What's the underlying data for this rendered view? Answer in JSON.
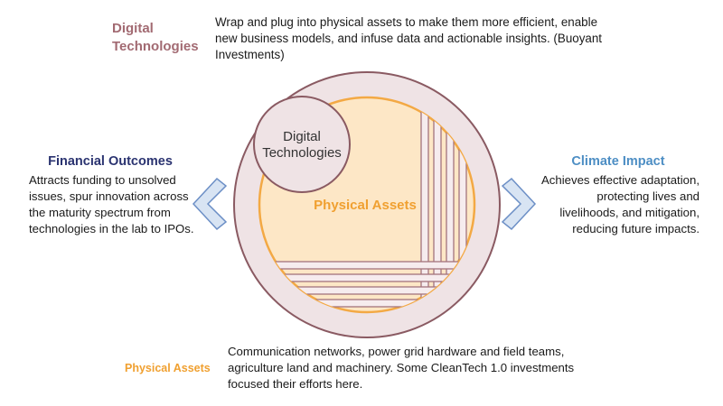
{
  "digital_section": {
    "heading_line1": "Digital",
    "heading_line2": "Technologies",
    "description": "Wrap and plug into physical assets to make them more efficient, enable new business models, and infuse data and actionable insights. (Buoyant Investments)"
  },
  "financial_section": {
    "heading": "Financial Outcomes",
    "description": "Attracts funding to unsolved issues, spur innovation across the maturity spectrum from technologies in the lab to IPOs."
  },
  "climate_section": {
    "heading": "Climate Impact",
    "description": "Achieves effective adaptation, protecting lives and livelihoods, and mitigation, reducing future impacts."
  },
  "physical_section": {
    "heading": "Physical Assets",
    "description": "Communication networks, power grid hardware and field teams, agriculture land and machinery. Some CleanTech 1.0 investments focused their efforts here."
  },
  "diagram": {
    "inner_circle_label_line1": "Digital",
    "inner_circle_label_line2": "Technologies",
    "center_label": "Physical Assets"
  },
  "colors": {
    "ring_fill": "#efe3e5",
    "ring_stroke": "#8a5a62",
    "core_fill": "#fde7c6",
    "core_stroke": "#f3a944",
    "digital_text": "#a26a72",
    "financial_text": "#2a3370",
    "climate_text": "#4d8ec4",
    "physical_text": "#f0a030",
    "chevron_fill": "#d8e4f3",
    "chevron_stroke": "#6c8fc6"
  }
}
